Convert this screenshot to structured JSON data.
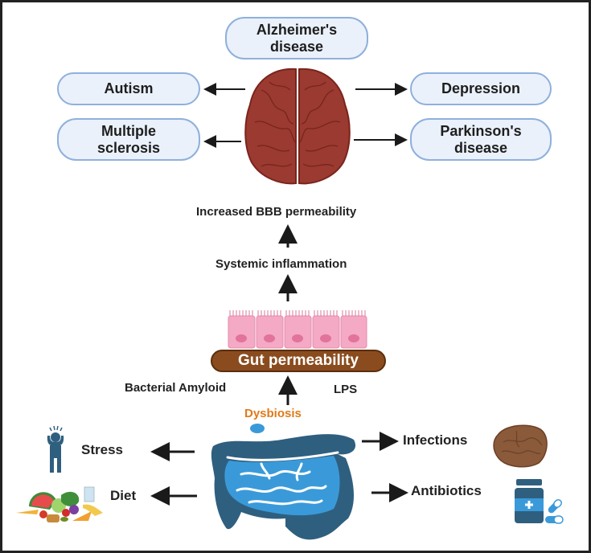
{
  "diagram": {
    "title": "Gut microbiota dysbiosis and neurological disorders",
    "colors": {
      "pill_fill": "#eaf1fb",
      "pill_border": "#8fb0dc",
      "brain": "#9b3a30",
      "gut_dark": "#2f5f7f",
      "gut_light": "#3a9ad9",
      "gut_bar": "#8a4c1e",
      "dysbiosis_text": "#e07a1a",
      "epithelium": "#f4a9c4"
    },
    "diseases": {
      "alzheimers": "Alzheimer's disease",
      "autism": "Autism",
      "multiple_sclerosis": "Multiple sclerosis",
      "depression": "Depression",
      "parkinsons": "Parkinson's disease"
    },
    "pathway": {
      "bbb": "Increased BBB permeability",
      "inflammation": "Systemic inflammation",
      "gut_permeability": "Gut permeability",
      "bacterial_amyloid": "Bacterial Amyloid",
      "lps": "LPS",
      "dysbiosis": "Dysbiosis"
    },
    "factors": {
      "stress": "Stress",
      "diet": "Diet",
      "infections": "Infections",
      "antibiotics": "Antibiotics"
    }
  }
}
